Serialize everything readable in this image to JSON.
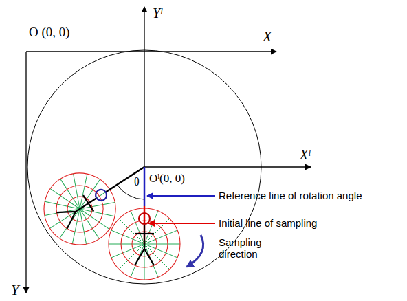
{
  "diagram": {
    "labels": [
      "O (0, 0)",
      "X",
      "Yˡ",
      "Xˡ",
      "Oˡ(0, 0)",
      "θ",
      "Reference line of rotation angle",
      "Initial line of sampling",
      "Sampling direction",
      "Y"
    ]
  }
}
